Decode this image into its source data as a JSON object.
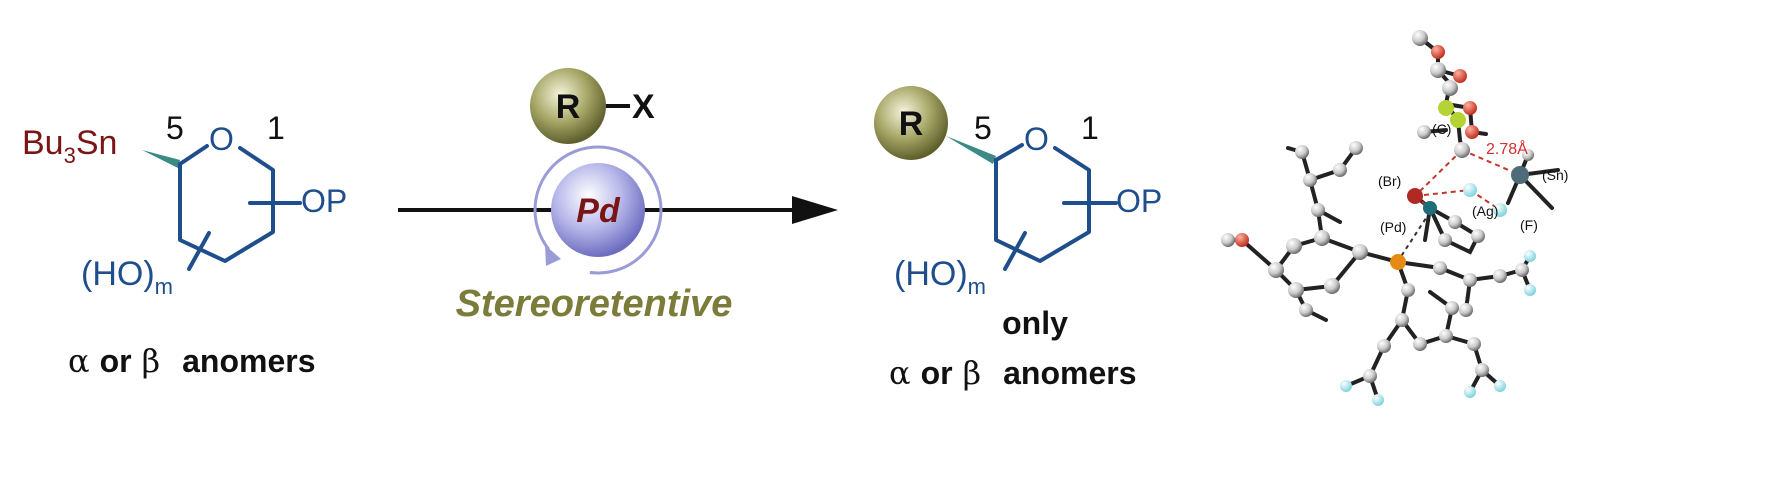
{
  "colors": {
    "ring_blue": "#1f4e8c",
    "stannane_red": "#7a1516",
    "wedge_teal": "#3b8a86",
    "olive_r": "#8a8a4a",
    "stereoretentive_olive": "#7b7b3a",
    "pd_lavender": "#9b9bd8",
    "pd_text": "#7a1516",
    "distance_red": "#d32f2f"
  },
  "left_molecule": {
    "substituent_main": "Bu",
    "substituent_sub": "3",
    "substituent_tail": "Sn",
    "position_5": "5",
    "ring_oxygen": "O",
    "position_1": "1",
    "op_group": "OP",
    "hydroxyl_main": "(HO)",
    "hydroxyl_sub": "m",
    "caption_alpha": "α",
    "caption_or": "or",
    "caption_beta": "β",
    "caption_anomers": "anomers"
  },
  "reagent": {
    "r_label": "R",
    "x_label": "X",
    "pd_label": "Pd",
    "stereoretentive": "Stereoretentive"
  },
  "right_molecule": {
    "r_label": "R",
    "position_5": "5",
    "ring_oxygen": "O",
    "position_1": "1",
    "op_group": "OP",
    "hydroxyl_main": "(HO)",
    "hydroxyl_sub": "m",
    "caption_only": "only",
    "caption_alpha": "α",
    "caption_or": "or",
    "caption_beta": "β",
    "caption_anomers": "anomers"
  },
  "transition_state": {
    "distance": "2.78Å",
    "label_c": "(C)",
    "label_br": "(Br)",
    "label_ag": "(Ag)",
    "label_pd": "(Pd)",
    "label_f": "(F)",
    "label_sn": "(Sn)"
  }
}
